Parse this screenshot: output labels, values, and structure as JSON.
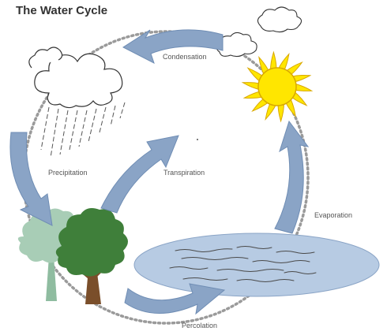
{
  "title": "The Water Cycle",
  "labels": {
    "condensation": "Condensation",
    "precipitation": "Precipitation",
    "transpiration": "Transpiration",
    "evaporation": "Evaporation",
    "percolation": "Percolation"
  },
  "icons": [
    "rain-cloud-icon",
    "cloud-icon",
    "sun-icon",
    "tree-icon",
    "lake-icon"
  ],
  "colors": {
    "arrow": "#8aa4c6",
    "arrow_stroke": "#6f8db4",
    "dotted_cycle": "#9a9a9a",
    "sun": "#ffe600",
    "sun_stroke": "#d9a800",
    "lake": "#b7cbe3",
    "tree_dark": "#3f7f3a",
    "tree_light": "#a8cdb6",
    "trunk": "#7a4e2a"
  }
}
